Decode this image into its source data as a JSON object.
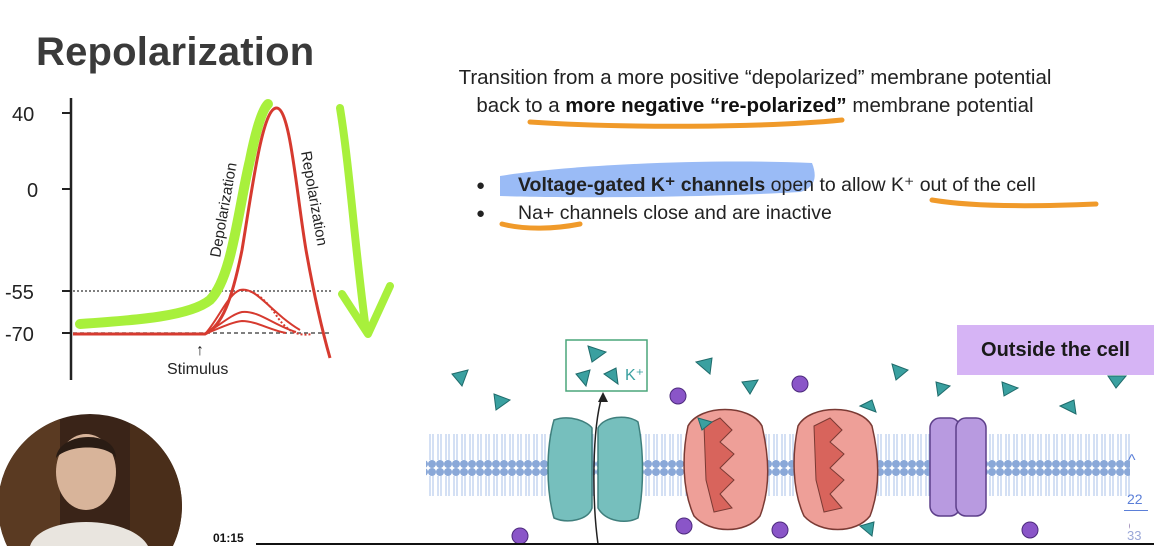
{
  "slide": {
    "title": "Repolarization",
    "description": {
      "line1": "Transition from a more positive “depolarized” membrane potential",
      "line2_pre": "back to a ",
      "line2_bold": "more negative “re-polarized”",
      "line2_post": " membrane potential"
    },
    "bullets": [
      {
        "bold": "Voltage-gated K⁺ channels",
        "text": " open to allow K⁺ out of the cell"
      },
      {
        "bold": "",
        "text": "Na+ channels close and are inactive"
      }
    ],
    "outside_label": "Outside the cell",
    "ion_label": "K⁺"
  },
  "chart": {
    "y_ticks": [
      "40",
      "0",
      "-55",
      "-70"
    ],
    "depol_label": "Depolarization",
    "repol_label": "Repolarization",
    "stimulus_label": "Stimulus",
    "stimulus_arrow": "↑",
    "colors": {
      "spike": "#d63a2f",
      "highlight": "#a8f03c",
      "axis": "#222222"
    }
  },
  "video": {
    "timestamp": "01:15"
  },
  "pager": {
    "up": "^",
    "current": "22",
    "total": "33"
  },
  "colors": {
    "outside_bg": "#d6b4f5",
    "k_channel": "#76bfbd",
    "na_channel": "#ee9f98",
    "purple_channel": "#b89ae0",
    "ion_teal": "#3aa0a0",
    "ion_purple": "#8a55c8",
    "highlight_blue": "#8fb4f5",
    "underline_orange": "#f09a2a"
  }
}
